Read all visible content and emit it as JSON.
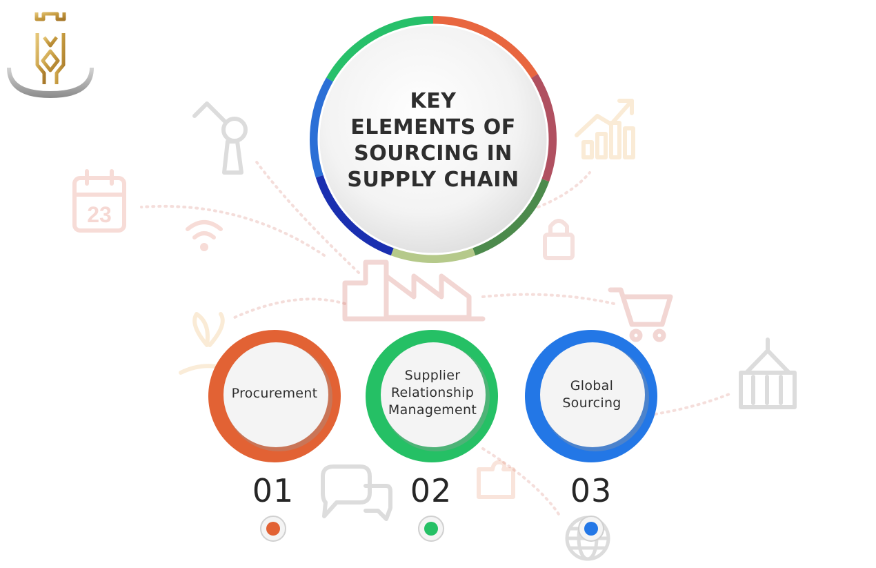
{
  "title": "KEY ELEMENTS OF SOURCING IN SUPPLY CHAIN",
  "title_lines": [
    "KEY",
    "ELEMENTS OF",
    "SOURCING IN",
    "SUPPLY CHAIN"
  ],
  "brand_colors": {
    "gold": "#c9a24a",
    "ring_gray": "#8c8c8c"
  },
  "main_ring_segments": [
    "#e8663f",
    "#b05060",
    "#4c8a4c",
    "#b5c98a",
    "#1a2fb0",
    "#2b6fd6",
    "#27c06a"
  ],
  "background_icons": [
    "robot-arm-icon",
    "calendar-icon",
    "wifi-icon",
    "growth-chart-icon",
    "lock-icon",
    "factory-icon",
    "shopping-cart-icon",
    "shipping-container-icon",
    "plant-hand-icon",
    "chat-bubbles-icon",
    "puzzle-icon",
    "globe-icon"
  ],
  "calendar_day": "23",
  "items": [
    {
      "number": "01",
      "label_lines": [
        "Procurement"
      ],
      "color": "#e26234"
    },
    {
      "number": "02",
      "label_lines": [
        "Supplier",
        "Relationship",
        "Management"
      ],
      "color": "#25c065"
    },
    {
      "number": "03",
      "label_lines": [
        "Global",
        "Sourcing"
      ],
      "color": "#2377e6"
    }
  ]
}
